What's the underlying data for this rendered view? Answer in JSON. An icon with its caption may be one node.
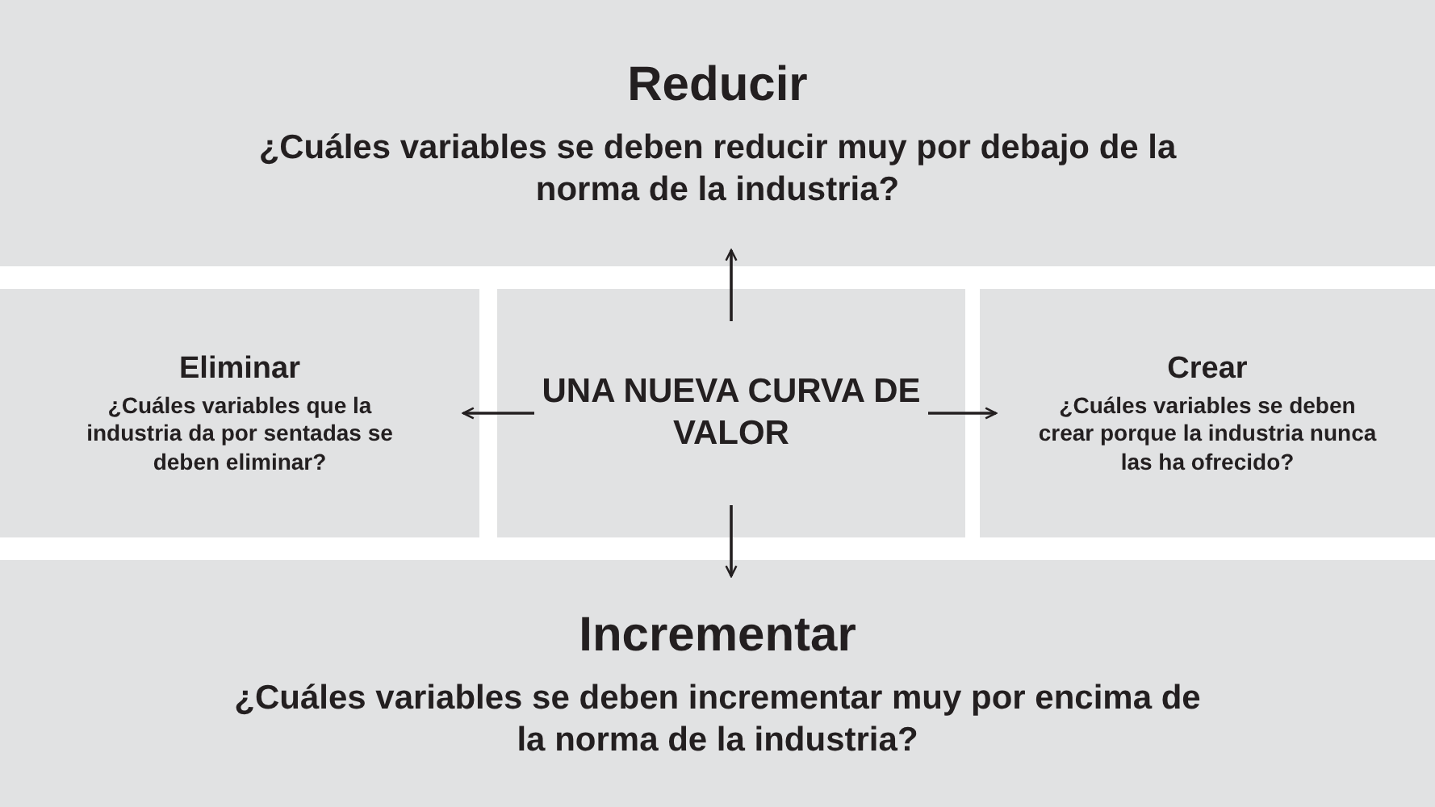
{
  "diagram": {
    "nodes": [
      {
        "text": [
          "Reducir",
          "¿Cuáles variables se deben reducir muy por debajo de la norma de la industria?"
        ]
      },
      {
        "text": [
          "Eliminar",
          "¿Cuáles variables que la industria da por sentadas se deben eliminar?"
        ]
      },
      {
        "text": [
          "UNA NUEVA CURVA DE VALOR"
        ]
      },
      {
        "text": [
          "Crear",
          "¿Cuáles variables se deben crear porque la industria nunca las ha ofrecido?"
        ]
      },
      {
        "text": [
          "Incrementar",
          "¿Cuáles variables se deben incrementar muy por encima de la norma de la industria?"
        ]
      }
    ],
    "edges": [
      {
        "from": 2,
        "to": 0,
        "arrow": "to"
      },
      {
        "from": 2,
        "to": 1,
        "arrow": "to"
      },
      {
        "from": 2,
        "to": 3,
        "arrow": "to"
      },
      {
        "from": 2,
        "to": 4,
        "arrow": "to"
      }
    ]
  }
}
